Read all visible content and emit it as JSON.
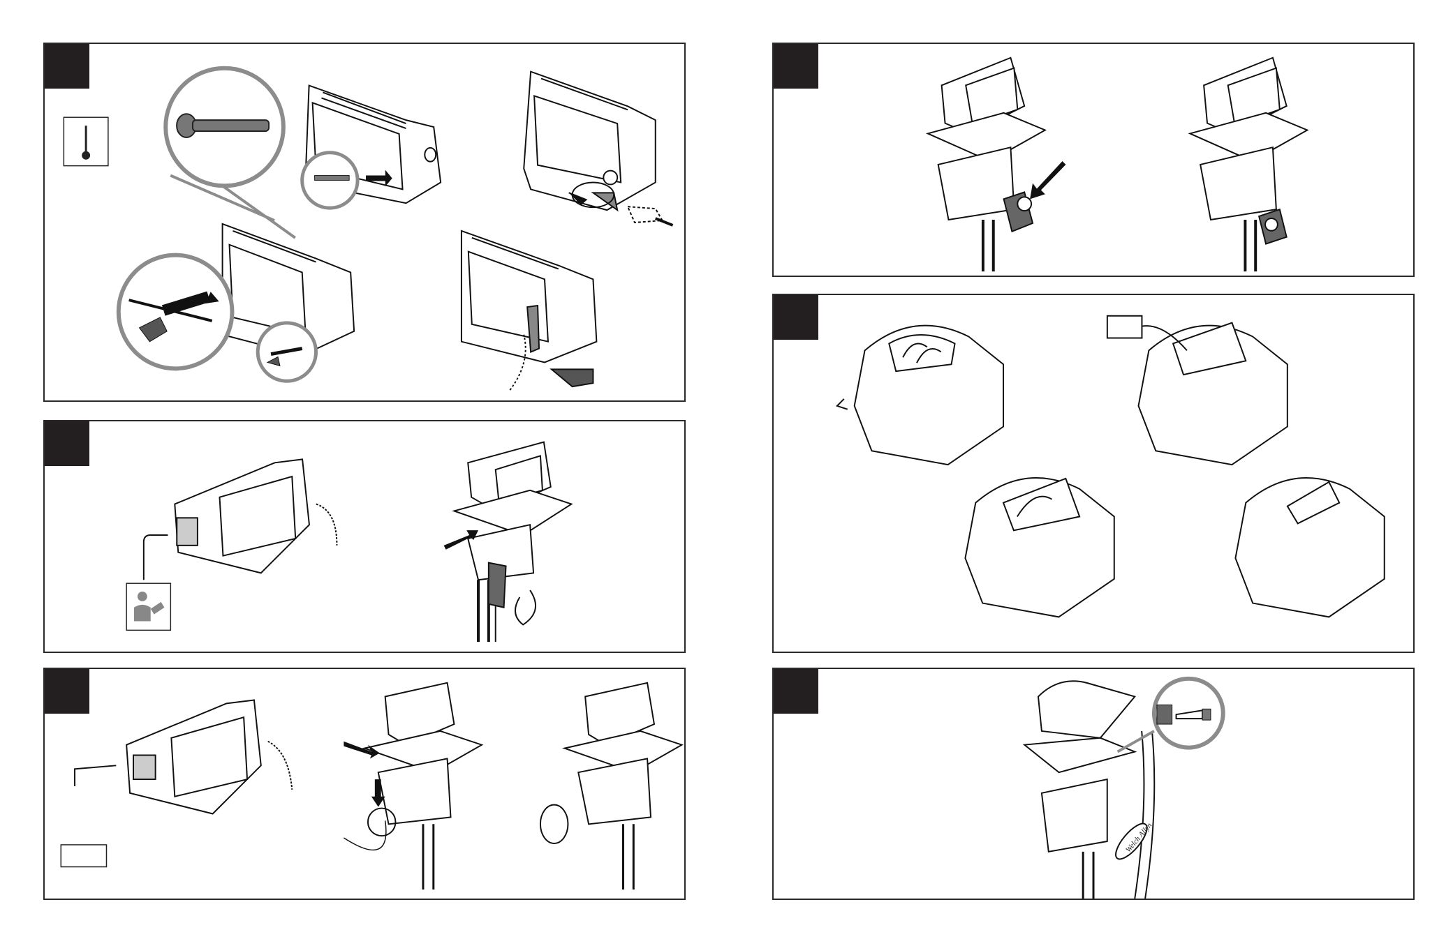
{
  "colors": {
    "frame": "#2a2a2a",
    "badge": "#231f20",
    "line": "#111111",
    "callout": "#8c8c8c",
    "fill_gray": "#888888"
  },
  "panels": [
    {
      "id": "p1",
      "icon": "thermometer-icon"
    },
    {
      "id": "p2",
      "icon": "patient-icon"
    },
    {
      "id": "p3",
      "icon": "blank-box"
    },
    {
      "id": "p4",
      "icon": "none"
    },
    {
      "id": "p5",
      "icon": "none"
    },
    {
      "id": "p6",
      "icon": "none"
    }
  ],
  "brand_label": "Welch Allyn"
}
